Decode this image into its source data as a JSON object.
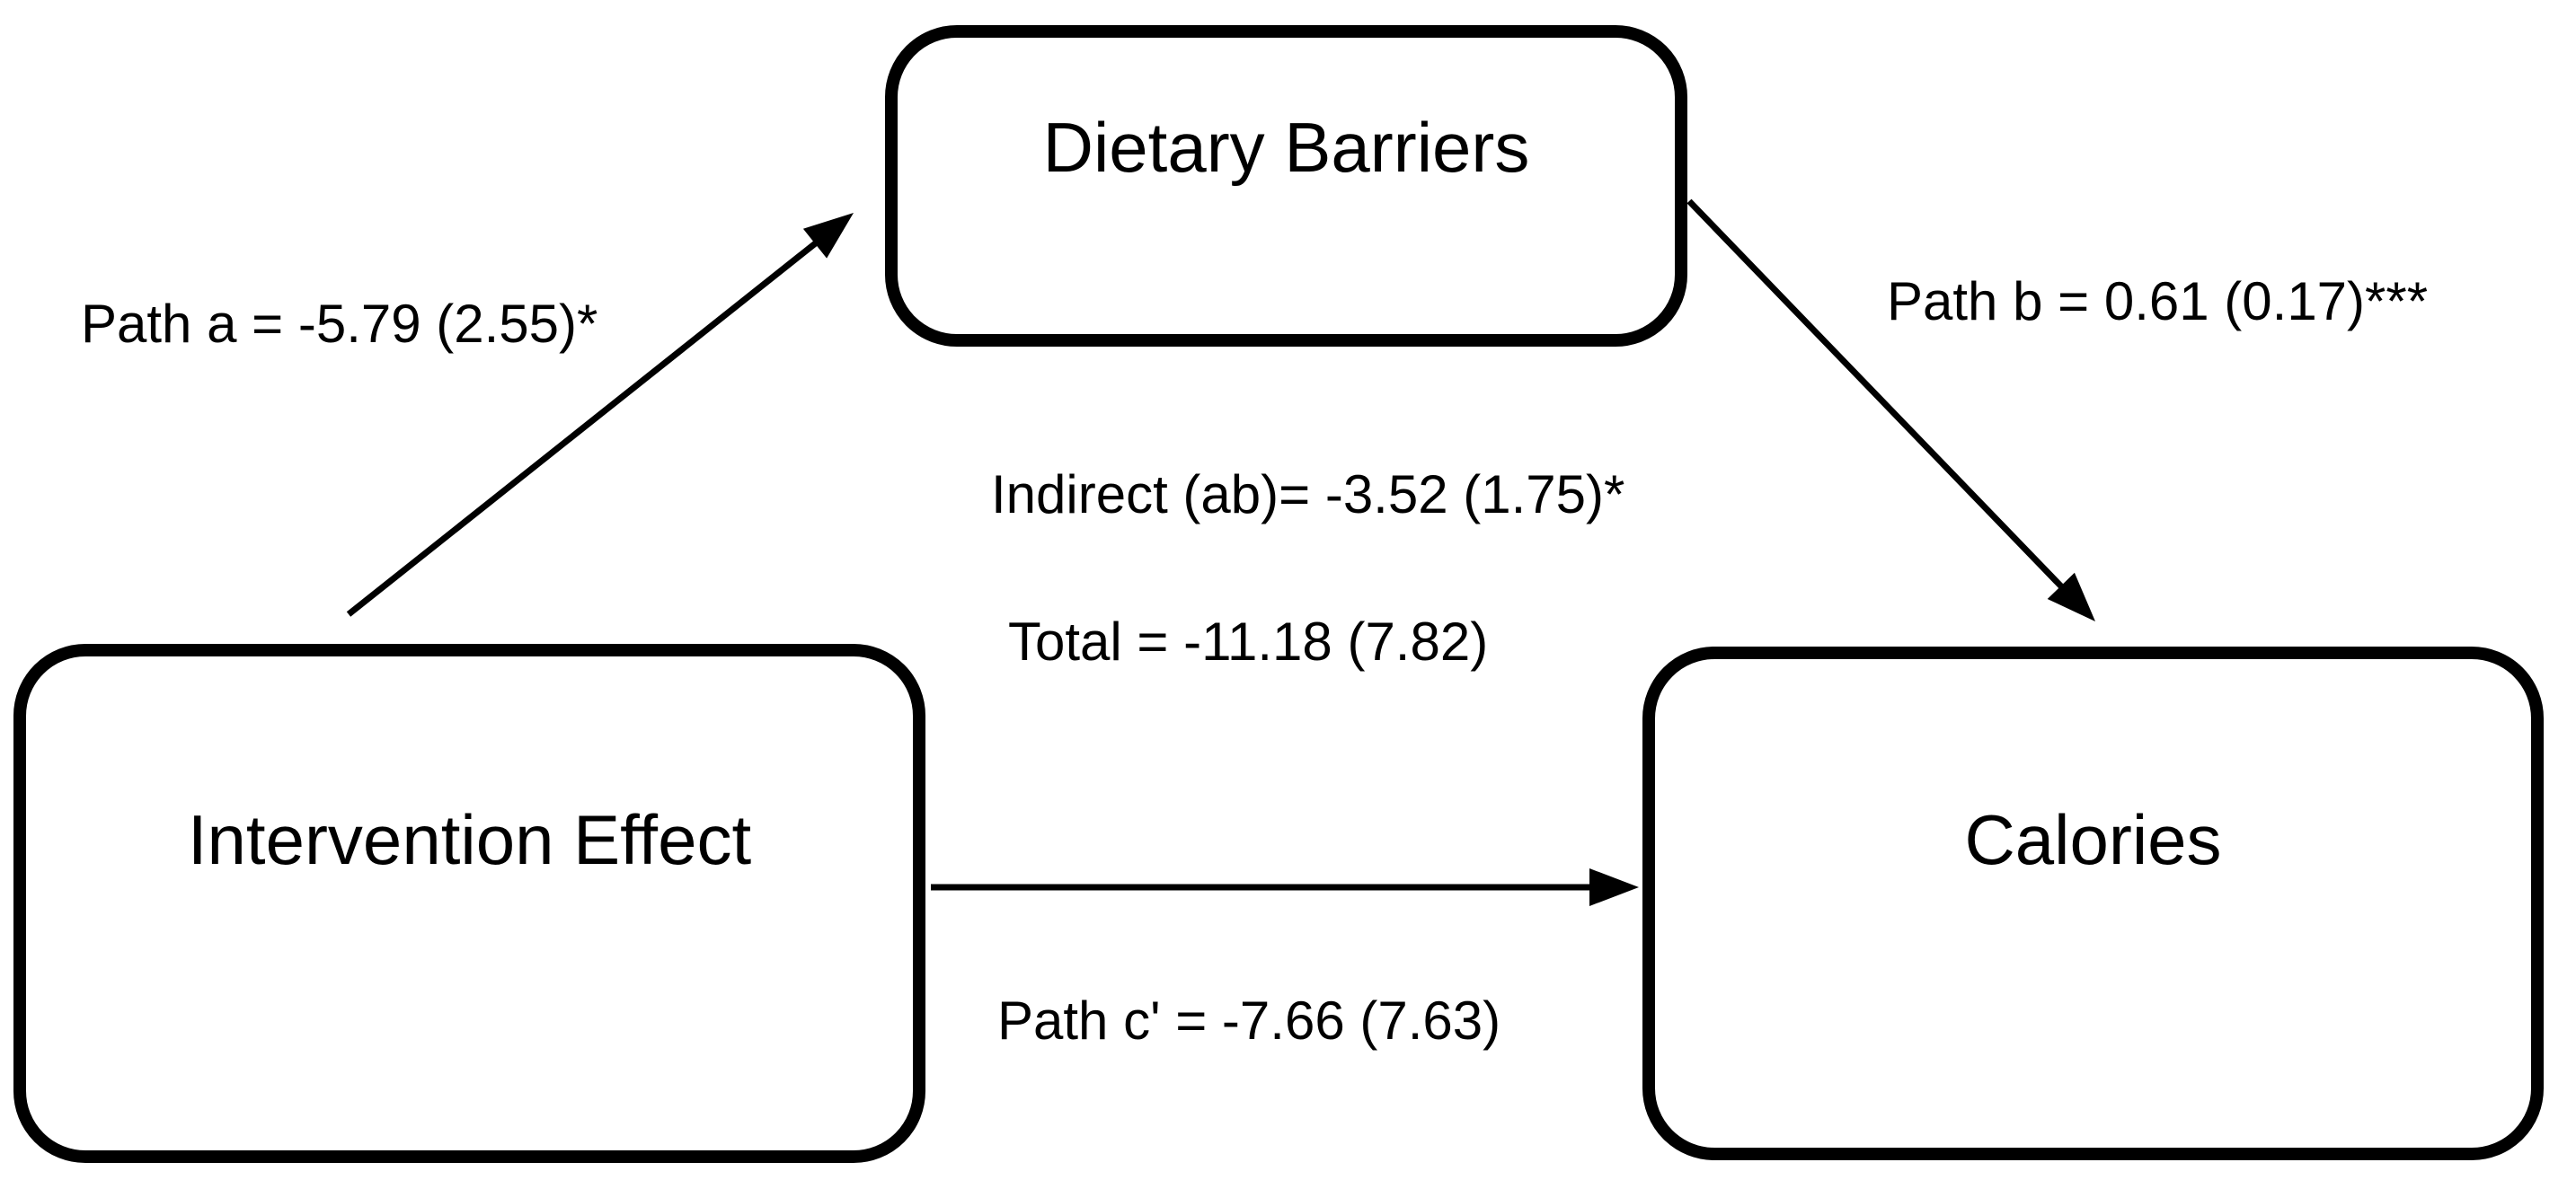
{
  "diagram": {
    "kind": "mediation-path-model",
    "colors": {
      "ink": "#000000",
      "background": "#ffffff"
    },
    "nodes": {
      "predictor": {
        "label": "Intervention Effect"
      },
      "mediator": {
        "label": "Dietary Barriers"
      },
      "outcome": {
        "label": "Calories"
      }
    },
    "paths": {
      "a": {
        "label": "Path a = -5.79 (2.55)*",
        "from": "Intervention Effect",
        "to": "Dietary Barriers",
        "estimate": -5.79,
        "se": 2.55,
        "significance": "*"
      },
      "b": {
        "label": "Path b = 0.61 (0.17)***",
        "from": "Dietary Barriers",
        "to": "Calories",
        "estimate": 0.61,
        "se": 0.17,
        "significance": "***"
      },
      "c_prime": {
        "label": "Path c' = -7.66 (7.63)",
        "from": "Intervention Effect",
        "to": "Calories",
        "estimate": -7.66,
        "se": 7.63,
        "significance": ""
      },
      "indirect": {
        "label": "Indirect (ab)= -3.52 (1.75)*",
        "estimate": -3.52,
        "se": 1.75,
        "significance": "*"
      },
      "total": {
        "label": "Total = -11.18 (7.82)",
        "estimate": -11.18,
        "se": 7.82,
        "significance": ""
      }
    }
  }
}
